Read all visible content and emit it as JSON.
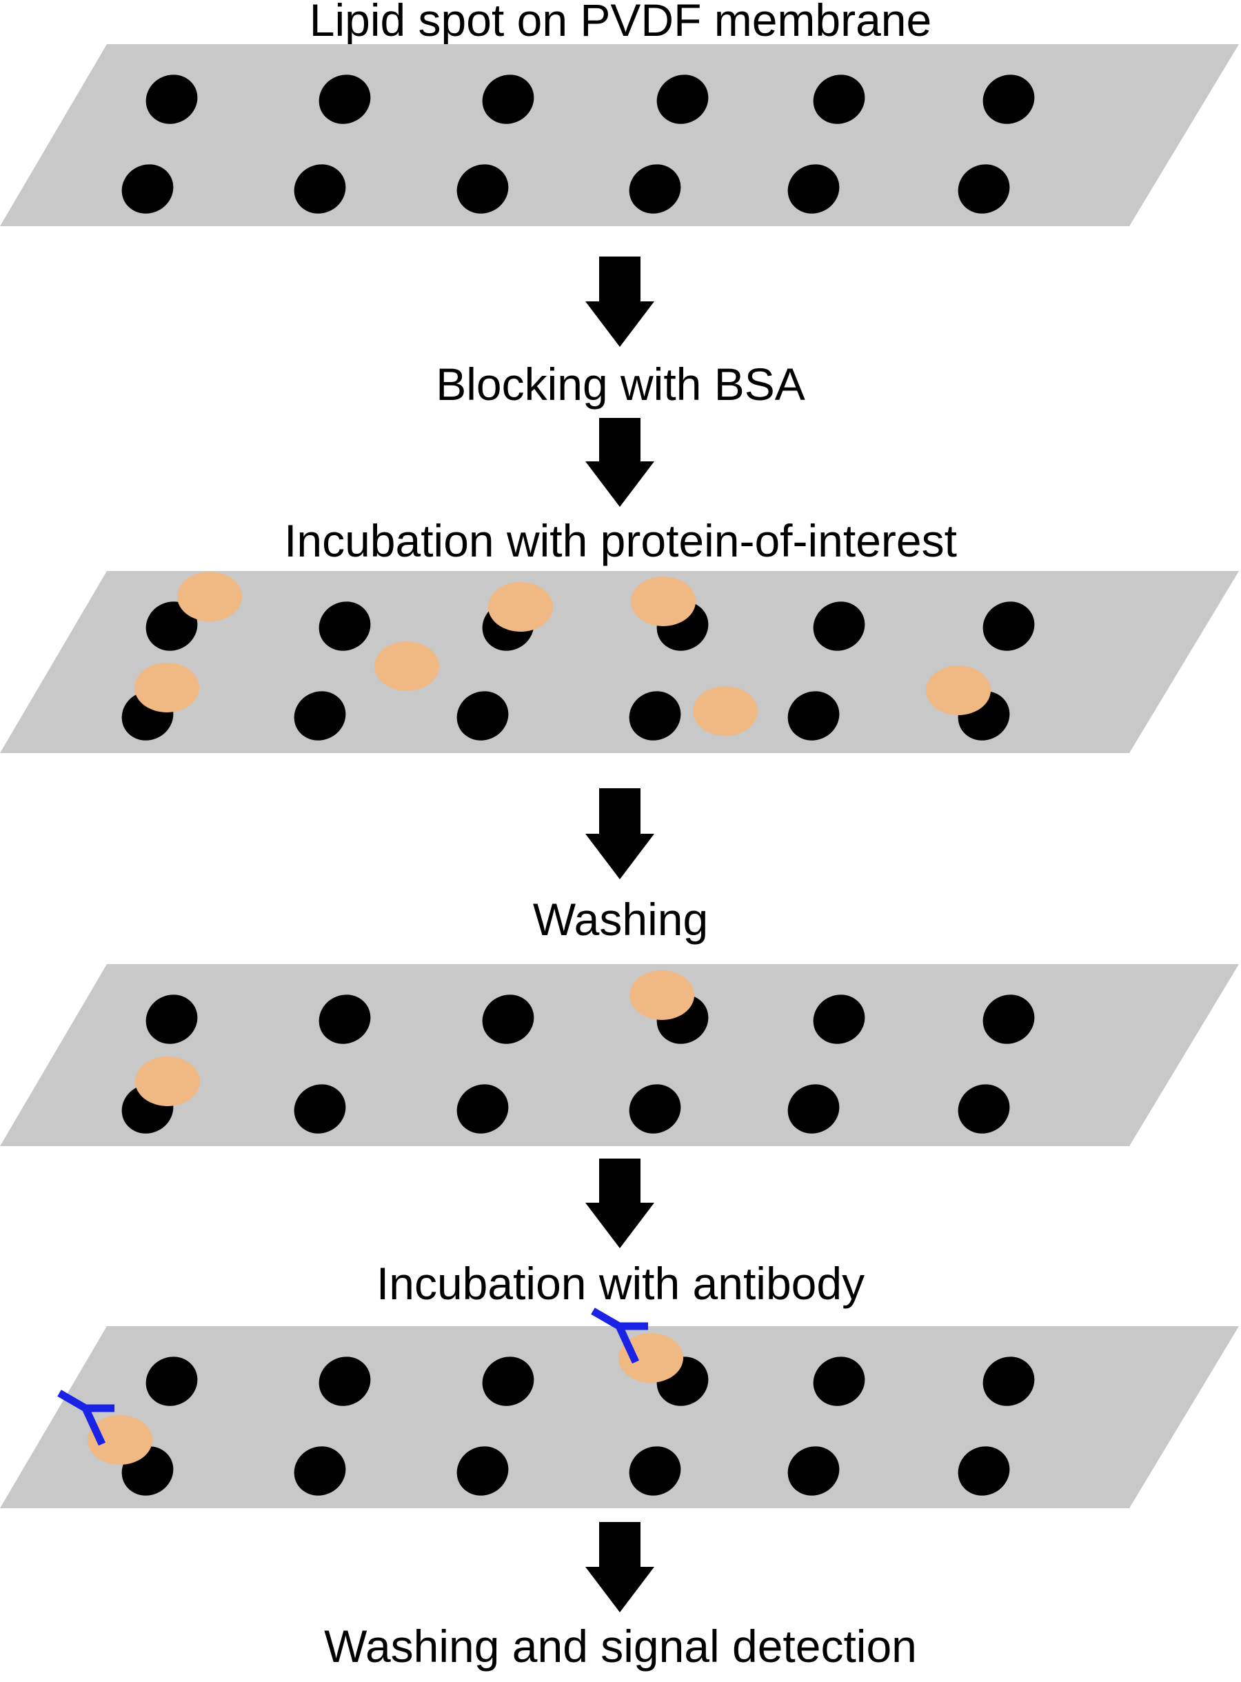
{
  "steps": {
    "lipid_spot": "Lipid spot on PVDF membrane",
    "blocking": "Blocking with BSA",
    "incubation_protein": "Incubation with protein-of-interest",
    "washing": "Washing",
    "incubation_antibody": "Incubation with antibody",
    "final": "Washing and signal detection"
  },
  "colors": {
    "membrane": "#c8c8c8",
    "lipid_spot": "#000000",
    "protein": "#f0b882",
    "antibody": "#1a22e6",
    "arrow": "#000000"
  }
}
